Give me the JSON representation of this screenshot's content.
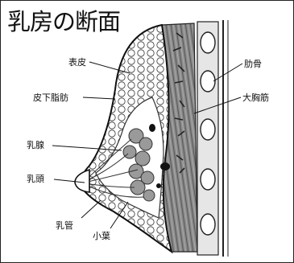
{
  "title": "乳房の断面",
  "labels": {
    "skin": "表皮",
    "subcutaneous_fat": "皮下脂肪",
    "mammary_gland": "乳腺",
    "nipple": "乳頭",
    "milk_duct": "乳管",
    "lobule": "小葉",
    "rib": "肋骨",
    "pectoralis_major": "大胸筋"
  }
}
